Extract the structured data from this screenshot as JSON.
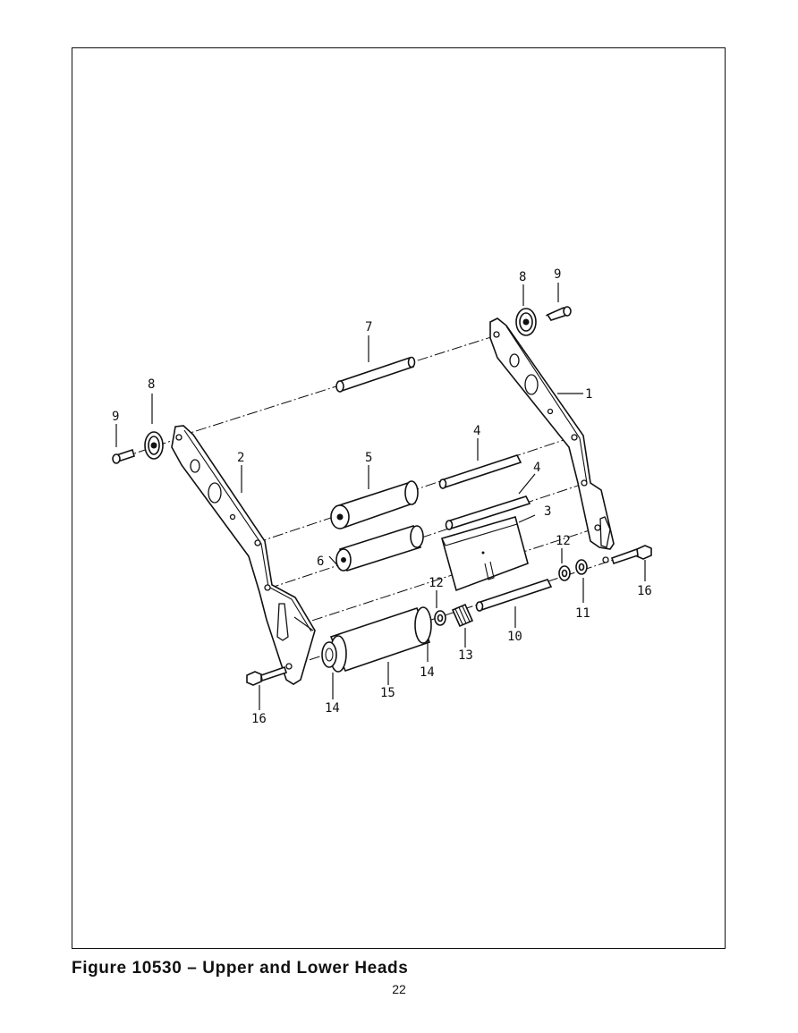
{
  "figure": {
    "caption": "Figure 10530 – Upper and Lower Heads",
    "page_number": "22"
  },
  "callouts": {
    "c1": "1",
    "c2": "2",
    "c3": "3",
    "c4a": "4",
    "c4b": "4",
    "c5": "5",
    "c6": "6",
    "c7": "7",
    "c8a": "8",
    "c8b": "8",
    "c9a": "9",
    "c9b": "9",
    "c10": "10",
    "c11": "11",
    "c12a": "12",
    "c12b": "12",
    "c13": "13",
    "c14a": "14",
    "c14b": "14",
    "c15": "15",
    "c16a": "16",
    "c16b": "16"
  },
  "colors": {
    "line": "#111111",
    "background": "#ffffff"
  }
}
